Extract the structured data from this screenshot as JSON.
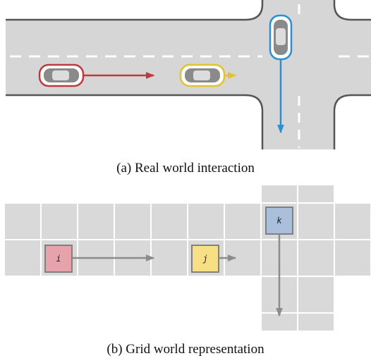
{
  "captions": {
    "a": "(a) Real world interaction",
    "b": "(b) Grid world representation"
  },
  "agents": {
    "i": {
      "label": "i",
      "color": "#c0393f",
      "fill": "#e6a3ab"
    },
    "j": {
      "label": "j",
      "color": "#e3c22a",
      "fill": "#f6df84"
    },
    "k": {
      "label": "k",
      "color": "#2a8fd4",
      "fill": "#a9bfdc"
    }
  },
  "colors": {
    "road": "#d6d6d6",
    "road_edge": "#555555",
    "lane_mark": "#ffffff",
    "grid_cell": "#d9d9d9",
    "grid_line": "#ffffff",
    "grid_arrow": "#8c8c8c",
    "car_body": "#8a8a8a"
  }
}
